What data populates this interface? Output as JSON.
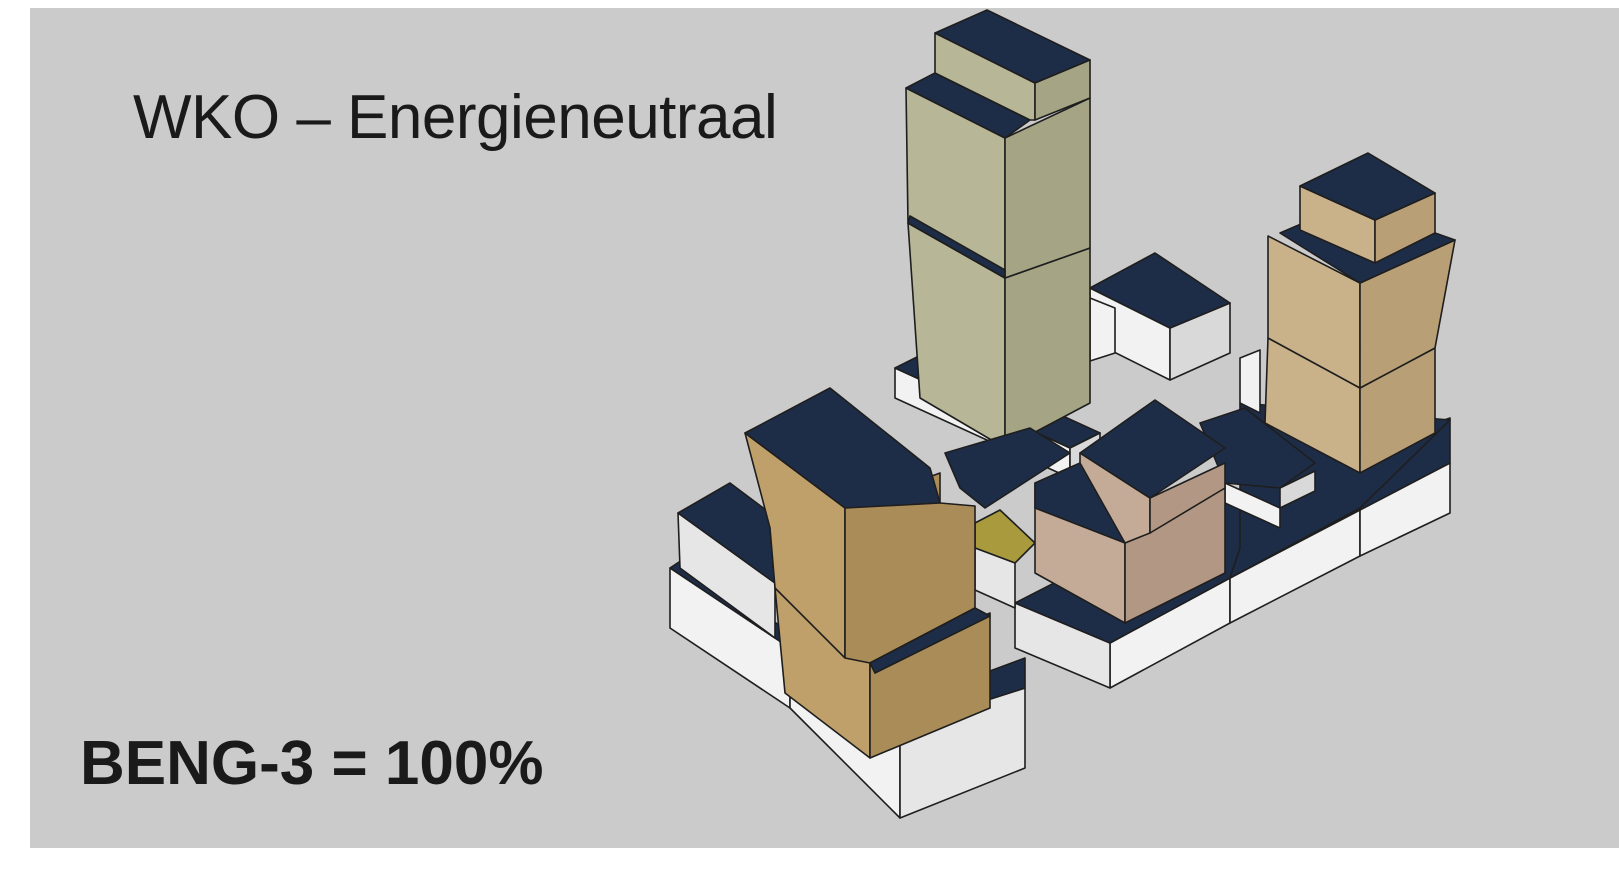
{
  "slide": {
    "title": "WKO – Energieneutraal",
    "metric": "BENG-3 = 100%"
  },
  "model": {
    "description_icon": "3d-building-massing",
    "colors": {
      "background": "#cbcbcb",
      "roof": "#1e2d47",
      "podium_wall": "#f2f2f2",
      "podium_wall_shade": "#d9d9d9",
      "tower_sage": "#b7b696",
      "tower_sage_shade": "#a5a585",
      "tower_tan": "#c9b189",
      "tower_tan_shade": "#b89f76",
      "tower_gold": "#bfa06a",
      "tower_gold_shade": "#a98c58",
      "tower_rose": "#c4ab97",
      "tower_rose_shade": "#b29884",
      "courtyard_accent": "#a99a3d"
    }
  }
}
